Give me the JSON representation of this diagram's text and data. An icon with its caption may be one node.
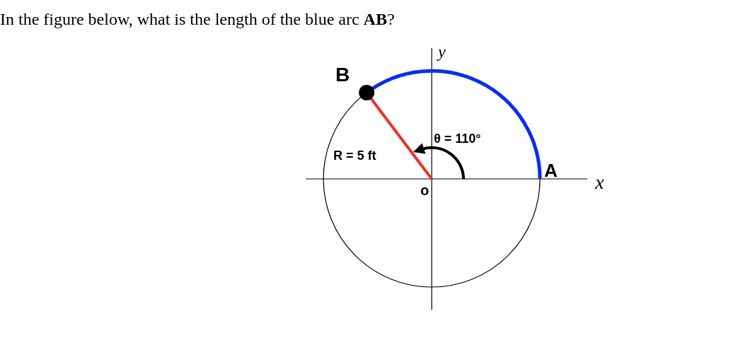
{
  "diagram": {
    "title": "In the figure below, what is the length of the blue arc **AB**?",
    "labels": [
      "y",
      "B",
      "θ = 110°",
      "R = 5 ft",
      "A",
      "x",
      "o"
    ]
  }
}
